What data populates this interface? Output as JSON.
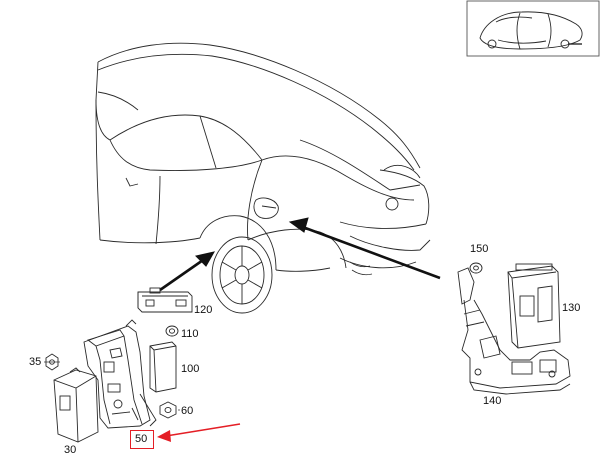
{
  "diagram": {
    "part_labels": [
      "150",
      "130",
      "140",
      "120",
      "110",
      "100",
      "35",
      "60",
      "50",
      "30"
    ],
    "highlighted_part": "50",
    "colors": {
      "line": "#2a2a2a",
      "highlight": "#e41e25",
      "background": "#ffffff"
    },
    "icons": {
      "thumbnail": "car-thumbnail-icon",
      "car": "car-outline-icon"
    }
  }
}
